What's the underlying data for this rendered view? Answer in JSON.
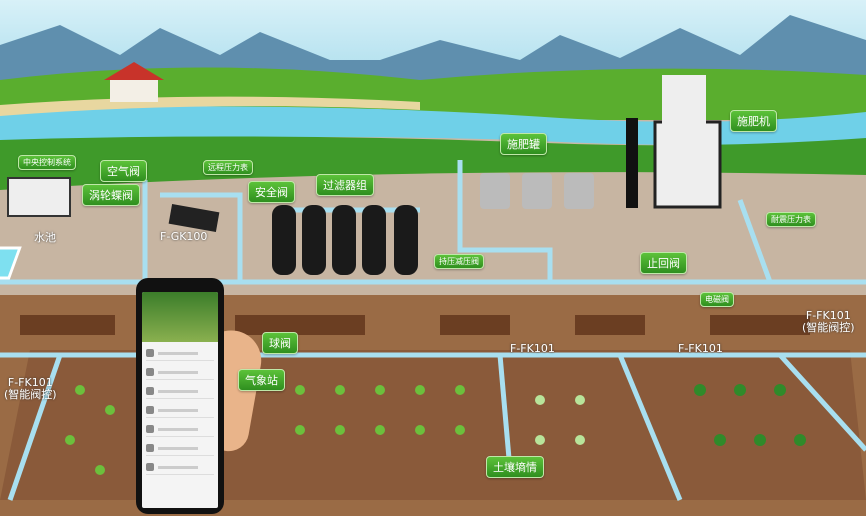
{
  "labels": {
    "central_control": "中央控制系统",
    "air_valve": "空气阀",
    "turbine_butterfly_valve": "涡轮蝶阀",
    "remote_pressure_gauge": "远程压力表",
    "safety_valve": "安全阀",
    "filter_group": "过滤器组",
    "fertilizer_tank": "施肥罐",
    "fertilizer_machine": "施肥机",
    "shockproof_pressure_gauge": "耐震压力表",
    "pool": "水池",
    "gk100": "F-GK100",
    "pressure_reducing_valve": "持压减压阀",
    "check_valve": "止回阀",
    "solenoid_valve": "电磁阀",
    "fk101_right": "F-FK101",
    "fk101_right_sub": "(智能阀控)",
    "ball_valve": "球阀",
    "fk101_mid1": "F-FK101",
    "fk101_mid2": "F-FK101",
    "fk101_left": "F-FK101",
    "fk101_left_sub": "(智能阀控)",
    "weather_station": "气象站",
    "soil_moisture": "土壤墒情"
  },
  "colors": {
    "sky": "#bfe6f2",
    "grass": "#5aae2e",
    "river": "#6fd0e8",
    "soil": "#8a5a3a",
    "tag": "#3da42a",
    "pipe": "#a8dff0"
  }
}
